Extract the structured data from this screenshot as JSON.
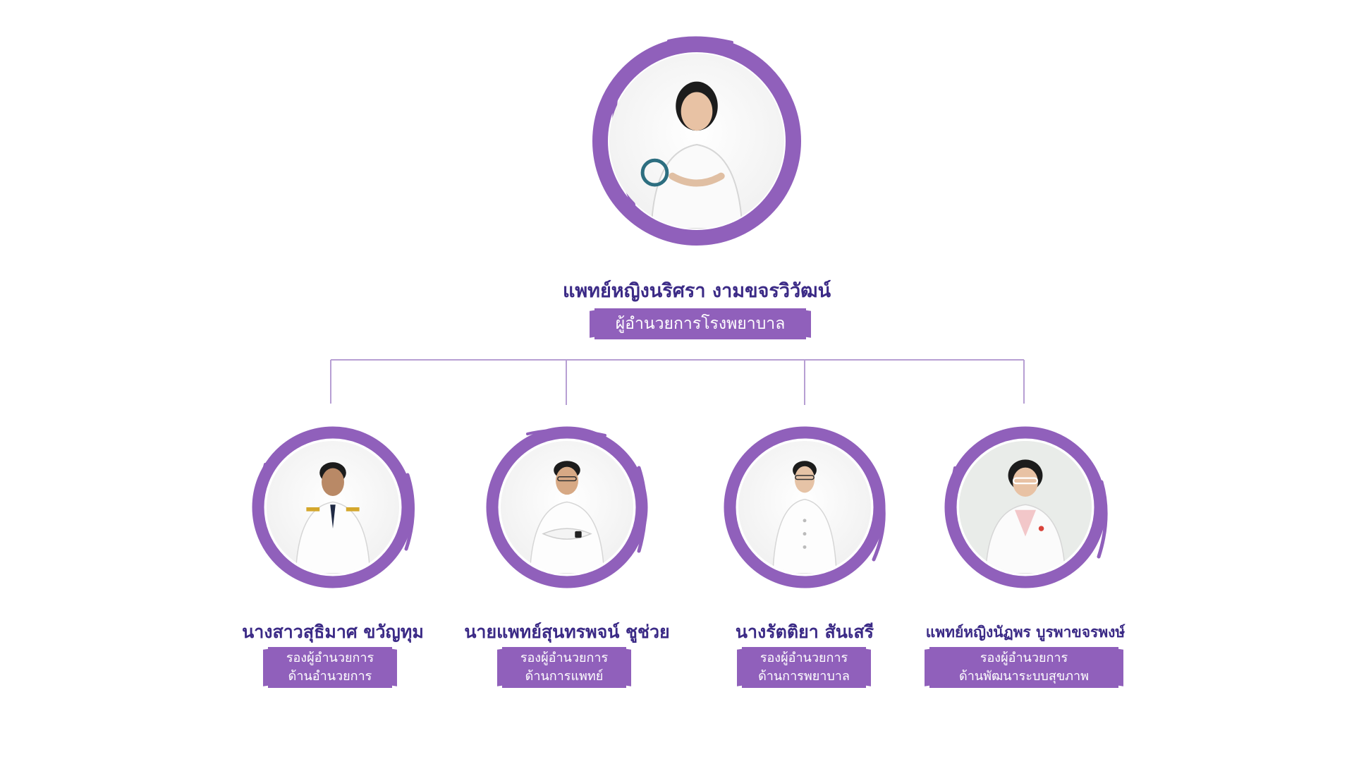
{
  "colors": {
    "accent": "#9060bb",
    "name_text": "#3b2a86",
    "connector": "#b79fd3",
    "banner_text": "#ffffff"
  },
  "director": {
    "name": "แพทย์หญิงนริศรา งามขจรวิวัฒน์",
    "title": "ผู้อำนวยการโรงพยาบาล"
  },
  "deputies": [
    {
      "name": "นางสาวสุธิมาศ ขวัญทุม",
      "title_line1": "รองผู้อำนวยการ",
      "title_line2": "ด้านอำนวยการ"
    },
    {
      "name": "นายแพทย์สุนทรพจน์ ชูช่วย",
      "title_line1": "รองผู้อำนวยการ",
      "title_line2": "ด้านการแพทย์"
    },
    {
      "name": "นางรัตติยา สันเสรี",
      "title_line1": "รองผู้อำนวยการ",
      "title_line2": "ด้านการพยาบาล"
    },
    {
      "name": "แพทย์หญิงนัฏพร บูรพาขจรพงษ์",
      "title_line1": "รองผู้อำนวยการ",
      "title_line2": "ด้านพัฒนาระบบสุขภาพ"
    }
  ]
}
